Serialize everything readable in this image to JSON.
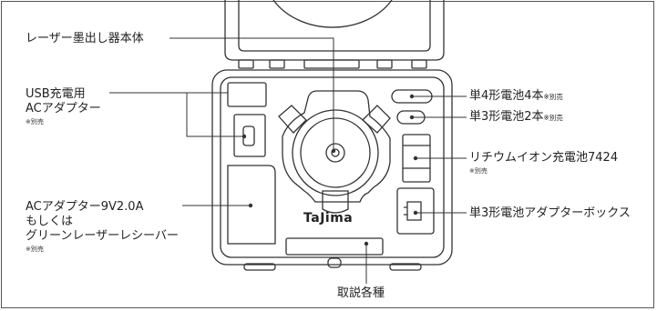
{
  "labels": {
    "laser_body": "レーザー墨出し器本体",
    "usb_adapter": "USB充電用",
    "usb_adapter_line2": "ACアダプター",
    "usb_adapter_note": "※別売",
    "ac_adapter": "ACアダプター9V2.0A",
    "ac_adapter_line2": "もしくは",
    "ac_adapter_line3": "グリーンレーザーレシーバー",
    "ac_adapter_note": "※別売",
    "aaa_batteries": "単4形電池4本",
    "aaa_batteries_note": "※別売",
    "aa_batteries": "単3形電池2本",
    "aa_batteries_note": "※別売",
    "li_ion_battery": "リチウムイオン充電池7424",
    "li_ion_battery_note": "※別売",
    "aa_adapter_box": "単3形電池アダプターボックス",
    "manuals": "取説各種"
  },
  "brand": "TaJima",
  "colors": {
    "line": "#333333",
    "case_fill": "#ffffff"
  }
}
